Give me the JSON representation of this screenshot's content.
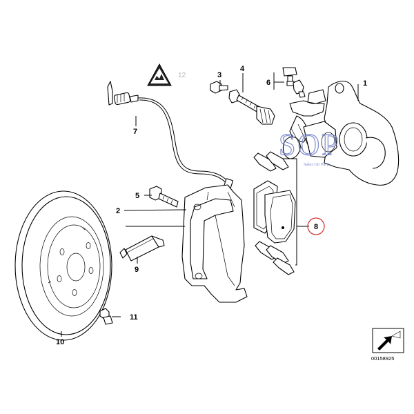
{
  "callouts": {
    "c1": "1",
    "c2": "2",
    "c3": "3",
    "c4": "4",
    "c5": "5",
    "c6": "6",
    "c7": "7",
    "c8": "8",
    "c9": "9",
    "c10": "10",
    "c11": "11",
    "c12": "12"
  },
  "highlight": {
    "callout": "8",
    "ring_color": "#d43a3a"
  },
  "watermark": {
    "brand": "SOP",
    "tagline": "Sales On Parts",
    "color": "#6f7fc8"
  },
  "reference_number": "00158925",
  "colors": {
    "line": "#000000",
    "grey_callout": "#b5b5b5"
  }
}
